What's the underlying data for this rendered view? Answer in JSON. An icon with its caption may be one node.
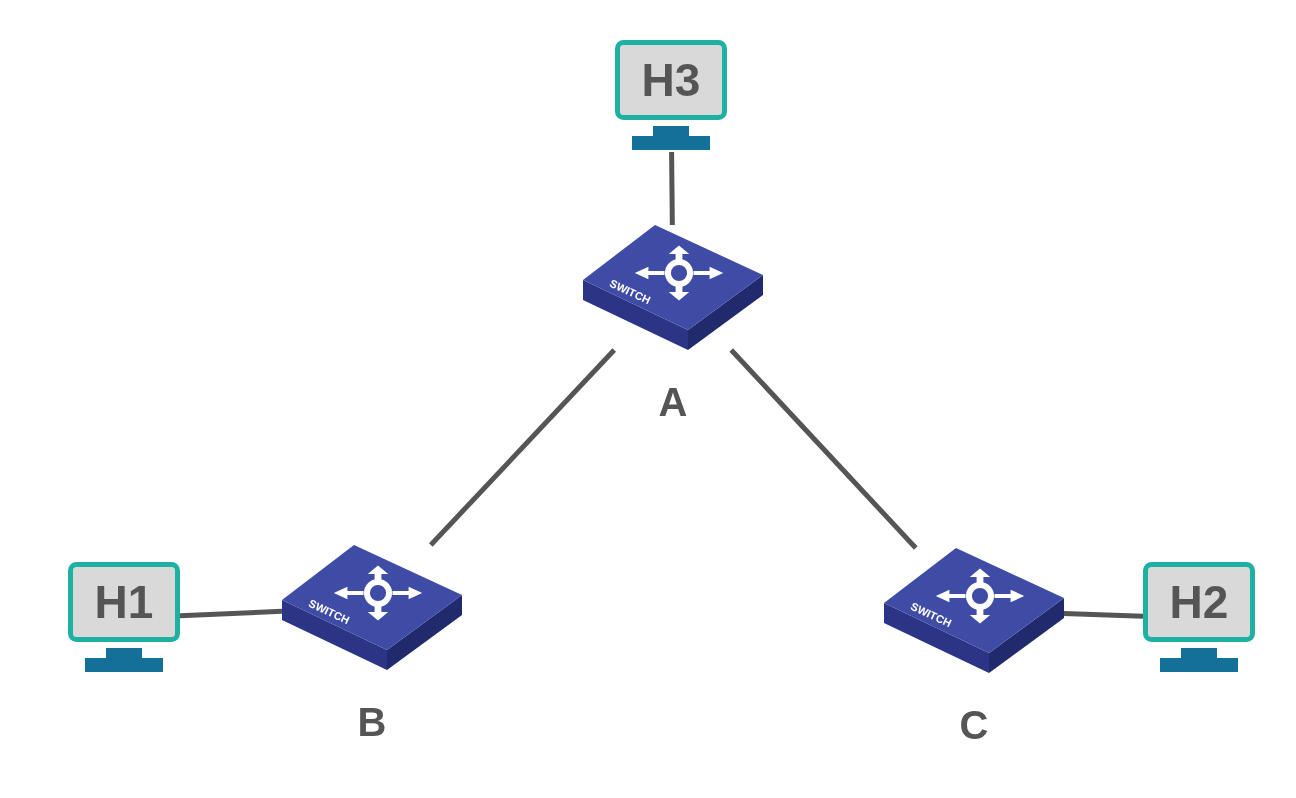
{
  "diagram": {
    "nodes": [
      {
        "text": [
          "H3"
        ]
      },
      {
        "text": [
          "SWITCH"
        ],
        "beside": [
          "A"
        ]
      },
      {
        "text": [
          "H1"
        ]
      },
      {
        "text": [
          "SWITCH"
        ],
        "beside": [
          "B"
        ]
      },
      {
        "text": [
          "SWITCH"
        ],
        "beside": [
          "C"
        ]
      },
      {
        "text": [
          "H2"
        ]
      }
    ],
    "edges": [
      {
        "from": 0,
        "to": 1,
        "arrow": "none"
      },
      {
        "from": 1,
        "to": 3,
        "arrow": "none"
      },
      {
        "from": 1,
        "to": 4,
        "arrow": "none"
      },
      {
        "from": 2,
        "to": 3,
        "arrow": "none"
      },
      {
        "from": 4,
        "to": 5,
        "arrow": "none"
      }
    ]
  }
}
